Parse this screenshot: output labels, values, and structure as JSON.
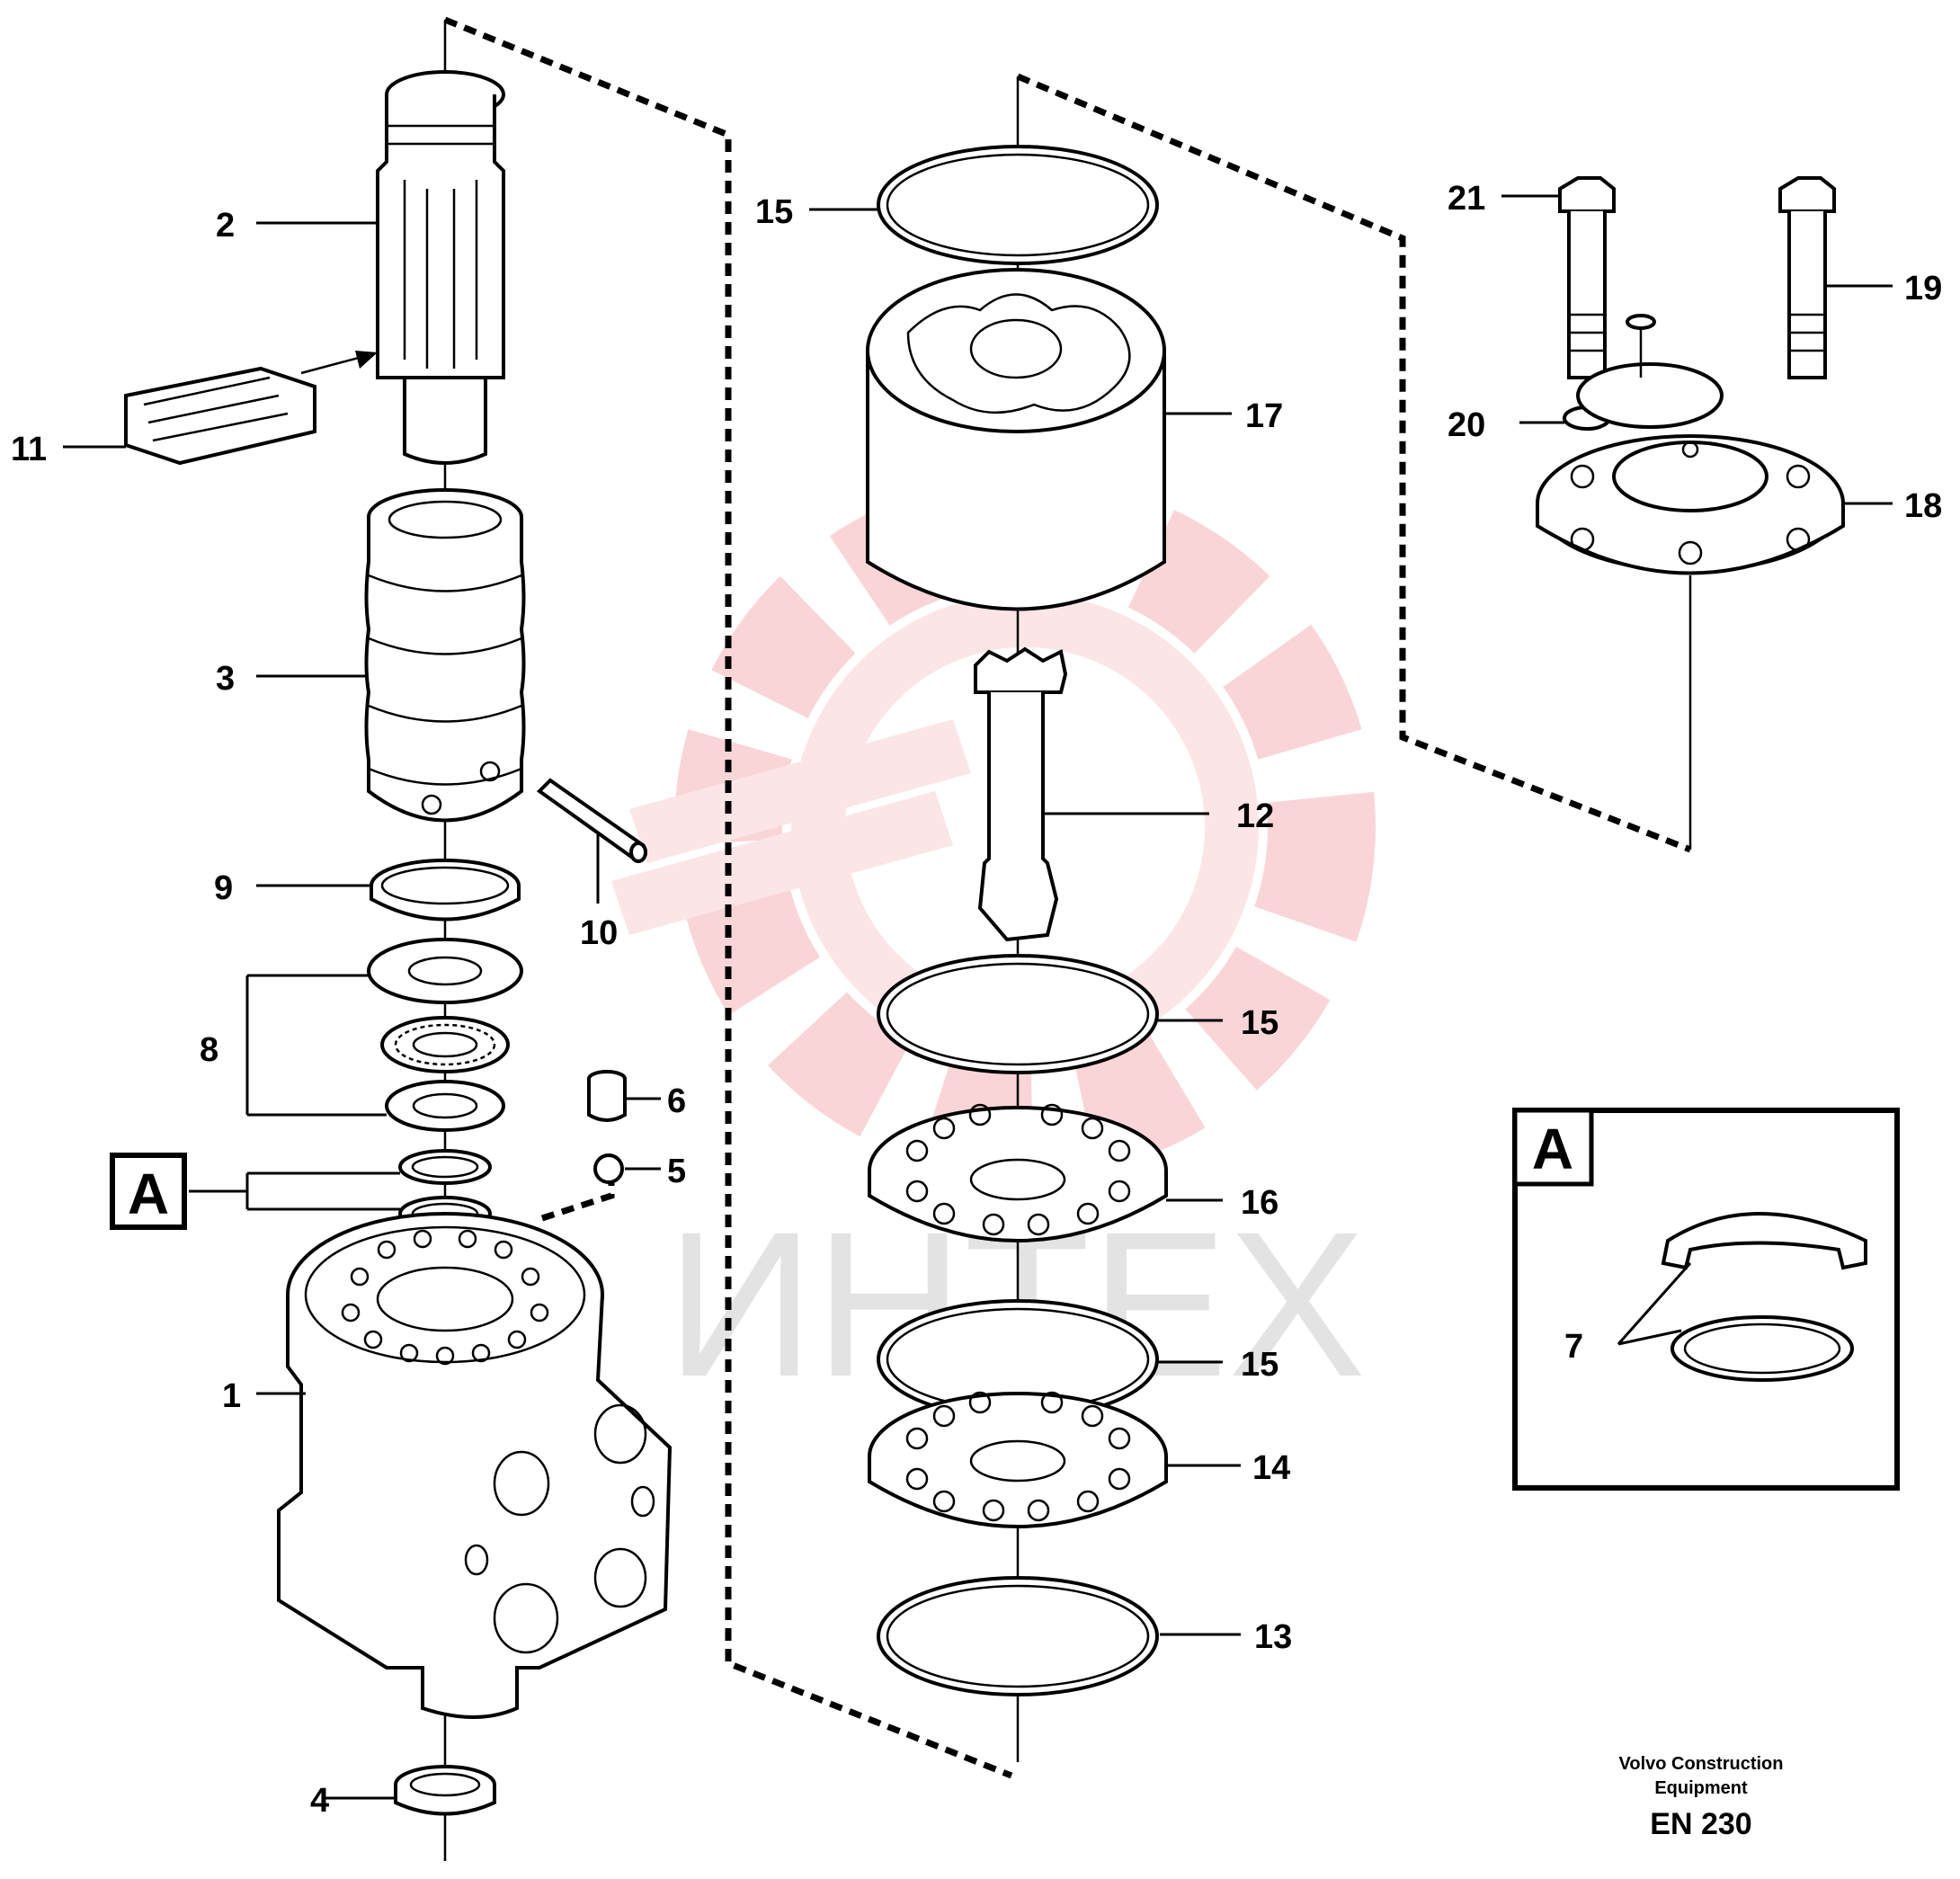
{
  "part_labels": [
    "1",
    "2",
    "3",
    "4",
    "5",
    "6",
    "7",
    "8",
    "9",
    "10",
    "11",
    "12",
    "13",
    "14",
    "15",
    "15",
    "15",
    "15",
    "16",
    "17",
    "18",
    "19",
    "20",
    "21"
  ],
  "detail_letter": "A",
  "detail_box_letter": "A",
  "watermark": "ИНТЕХ",
  "footer": {
    "company_line1": "Volvo Construction",
    "company_line2": "Equipment",
    "code": "EN 230"
  }
}
